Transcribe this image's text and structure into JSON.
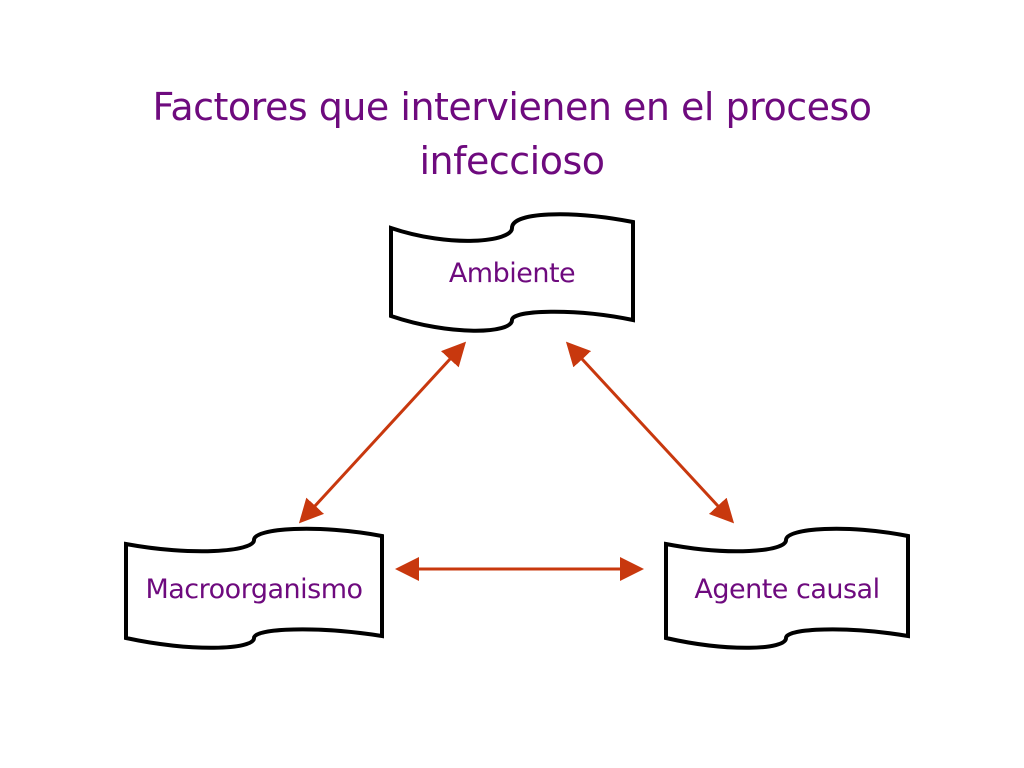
{
  "title": {
    "line1": "Factores que intervienen en el proceso",
    "line2": "infeccioso"
  },
  "nodes": {
    "ambiente": "Ambiente",
    "macroorganismo": "Macroorganismo",
    "agente": "Agente causal"
  },
  "colors": {
    "title": "#6e0a7e",
    "label": "#6e0a7e",
    "arrow": "#c8380e",
    "shape_stroke": "#000000",
    "shape_fill": "#ffffff"
  }
}
